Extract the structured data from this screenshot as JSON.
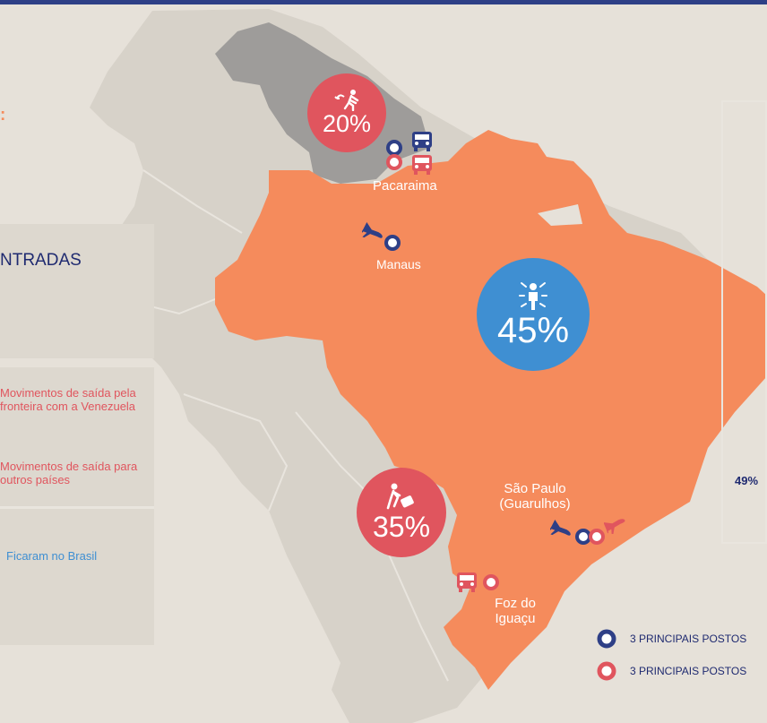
{
  "left_panel": {
    "header_fragment": "NTRADAS",
    "colon_fragment": ":",
    "legend_exit_venezuela": "Movimentos de saída pela fronteira com a Venezuela",
    "legend_exit_other": "Movimentos de saída para outros países",
    "legend_stayed": "Ficaram no Brasil"
  },
  "stats": {
    "venezuela_exit": "20%",
    "stayed_brazil": "45%",
    "other_countries_exit": "35%"
  },
  "cities": {
    "pacaraima": "Pacaraima",
    "manaus": "Manaus",
    "sao_paulo_line1": "São Paulo",
    "sao_paulo_line2": "(Guarulhos)",
    "foz_line1": "Foz do",
    "foz_line2": "Iguaçu"
  },
  "right_panel": {
    "percent": "49%"
  },
  "map_legend": {
    "entry_posts": "3 PRINCIPAIS POSTOS",
    "exit_posts": "3 PRINCIPAIS POSTOS"
  },
  "colors": {
    "brazil": "#f58b5c",
    "venezuela": "#9e9c9a",
    "land": "#d7d2c9",
    "sea": "#e6e1d9",
    "blue_accent": "#2e3f86",
    "red_accent": "#e0555e",
    "light_blue": "#3f8fd2"
  },
  "icons": [
    "bus-icon",
    "airplane-icon",
    "person-running-icon",
    "person-standing-icon",
    "person-luggage-icon"
  ]
}
